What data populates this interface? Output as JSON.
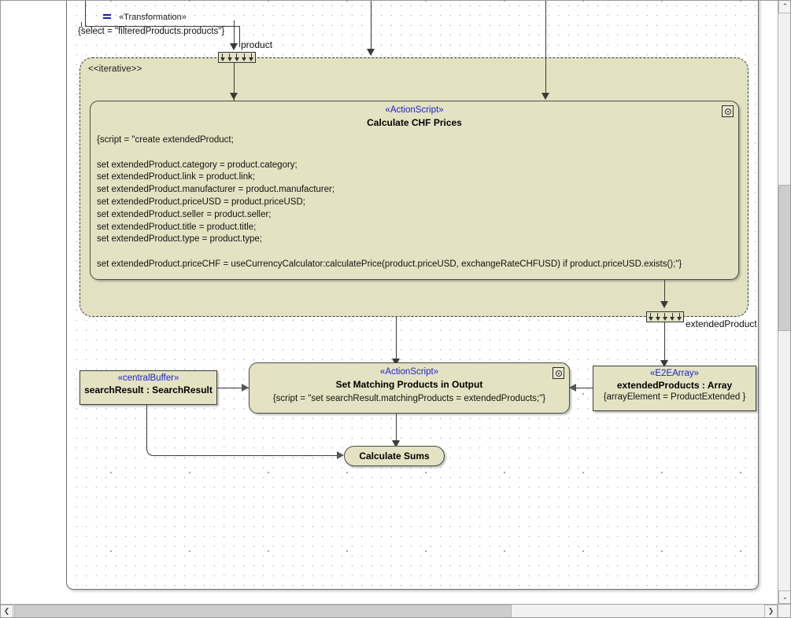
{
  "diagram": {
    "type": "uml-activity-diagram",
    "transformation": {
      "stereotype": "«Transformation»",
      "icon": "equals-icon",
      "constraint": "{select = \"filteredProducts.products\"}"
    },
    "iterative_region": {
      "label": "<<iterative>>",
      "input_pin": {
        "name": "product",
        "icon": "object-flow-pin-icon"
      },
      "output_pin": {
        "name": "extendedProduct",
        "icon": "object-flow-pin-icon"
      }
    },
    "nodes": [
      {
        "id": "calculate-chf-prices",
        "stereotype": "«ActionScript»",
        "name": "Calculate CHF Prices",
        "marker_icon": "behavior-effect-icon",
        "script": "{script = \"create extendedProduct;\n\nset extendedProduct.category = product.category;\nset extendedProduct.link = product.link;\nset extendedProduct.manufacturer = product.manufacturer;\nset extendedProduct.priceUSD = product.priceUSD;\nset extendedProduct.seller = product.seller;\nset extendedProduct.title = product.title;\nset extendedProduct.type = product.type;\n\nset extendedProduct.priceCHF = useCurrencyCalculator:calculatePrice(product.priceUSD, exchangeRateCHFUSD) if product.priceUSD.exists();\"}"
      },
      {
        "id": "search-result-buffer",
        "stereotype": "«centralBuffer»",
        "name": "searchResult : SearchResult"
      },
      {
        "id": "set-matching-products",
        "stereotype": "«ActionScript»",
        "name": "Set Matching Products in Output",
        "marker_icon": "behavior-effect-icon",
        "script": "{script = \"set searchResult.matchingProducts = extendedProducts;\"}"
      },
      {
        "id": "extended-products-array",
        "stereotype": "«E2EArray»",
        "name": "extendedProducts : Array",
        "constraint": "{arrayElement = ProductExtended }"
      },
      {
        "id": "calculate-sums",
        "name": "Calculate Sums"
      }
    ]
  },
  "colors": {
    "node_fill": "#e3e3c3",
    "region_fill": "#e2e2c2",
    "stereotype_text": "#2121cf",
    "edge": "#3a3a3a",
    "canvas": "#ffffff"
  },
  "scrollbars": {
    "vertical": {
      "up_glyph": "⌃",
      "down_glyph": "⌄"
    },
    "horizontal": {
      "left_glyph": "❮",
      "right_glyph": "❯"
    }
  }
}
